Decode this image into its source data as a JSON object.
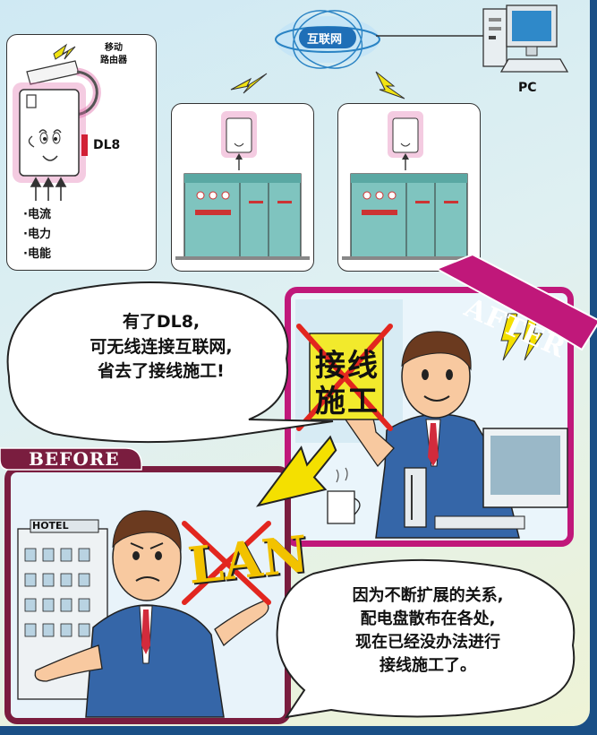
{
  "top": {
    "internet_label": "互联网",
    "pc_label": "PC",
    "router_label_line1": "移动",
    "router_label_line2": "路由器",
    "device_label": "DL8",
    "measures": [
      "·电流",
      "·电力",
      "·电能"
    ]
  },
  "after": {
    "ribbon": "AFTER",
    "sign_line1": "接线",
    "sign_line2": "施工",
    "bubble_lines": [
      "有了DL8,",
      "可无线连接互联网,",
      "省去了接线施工!"
    ]
  },
  "before": {
    "ribbon": "BEFORE",
    "hotel_sign": "HOTEL",
    "crossed_sign": "LAN",
    "bubble_lines": [
      "因为不断扩展的关系,",
      "配电盘散布在各处,",
      "现在已经没办法进行",
      "接线施工了。"
    ]
  },
  "colors": {
    "frame_border": "#1a4f86",
    "after_frame": "#c0187a",
    "before_frame": "#7a1d3f",
    "device_glow": "#e06aa8",
    "device_marker": "#d21f36",
    "cross_red": "#e2261f",
    "arrow_yellow": "#f4e000",
    "cabinet": "#7fc4bf"
  }
}
